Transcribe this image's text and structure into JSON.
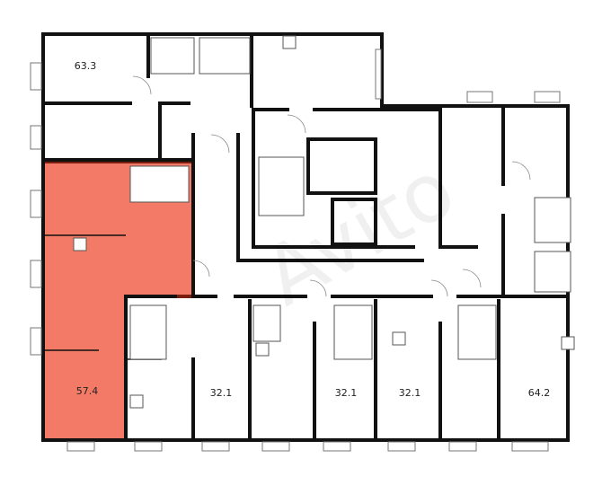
{
  "plan": {
    "highlight_color": "#f37a66",
    "highlight_wall_color": "#7a1e10",
    "apartments": [
      {
        "area": "63.3",
        "selected": false
      },
      {
        "area": "57.4",
        "selected": true
      },
      {
        "area": "32.1",
        "selected": false
      },
      {
        "area": "32.1",
        "selected": false
      },
      {
        "area": "32.1",
        "selected": false
      },
      {
        "area": "64.2",
        "selected": false
      }
    ],
    "watermark": "Avito"
  }
}
